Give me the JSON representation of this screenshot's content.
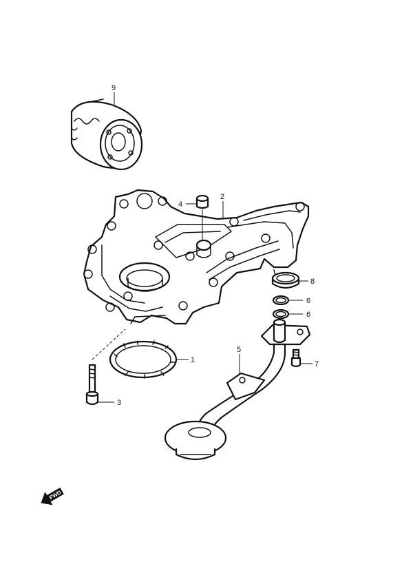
{
  "callouts": {
    "c1": "1",
    "c2": "2",
    "c3": "3",
    "c4": "4",
    "c5": "5",
    "c6a": "6",
    "c6b": "6",
    "c7": "7",
    "c8": "8",
    "c9": "9"
  },
  "direction_arrow": "FWD",
  "colors": {
    "line": "#111111",
    "background": "#ffffff"
  },
  "icons": {
    "direction_arrow": "arrow-icon"
  }
}
